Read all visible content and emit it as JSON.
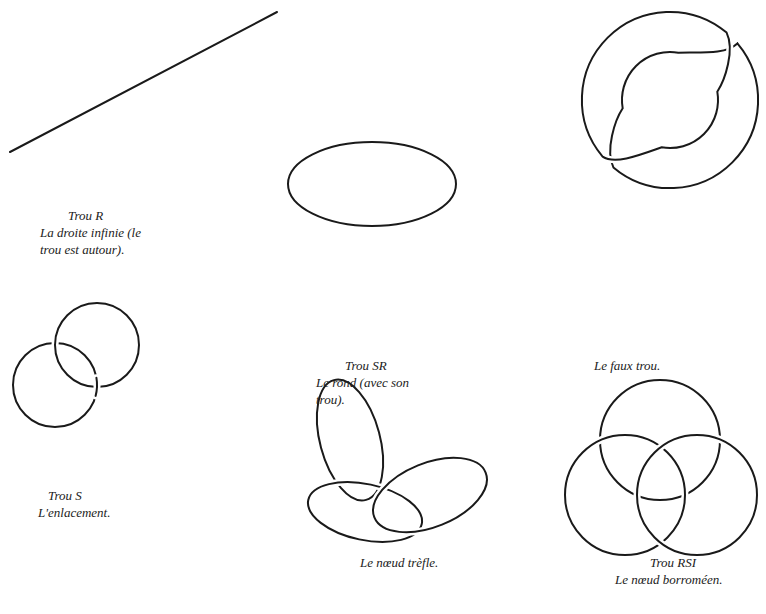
{
  "diagram": {
    "labels": [
      "Trou R",
      "La droite infinie (le trou est autour).",
      "Trou SR",
      "Le rond (avec son trou).",
      "Le faux trou.",
      "Trou S",
      "L'enlacement.",
      "Le nœud trèfle.",
      "Trou RSI",
      "Le nœud borroméen."
    ]
  }
}
